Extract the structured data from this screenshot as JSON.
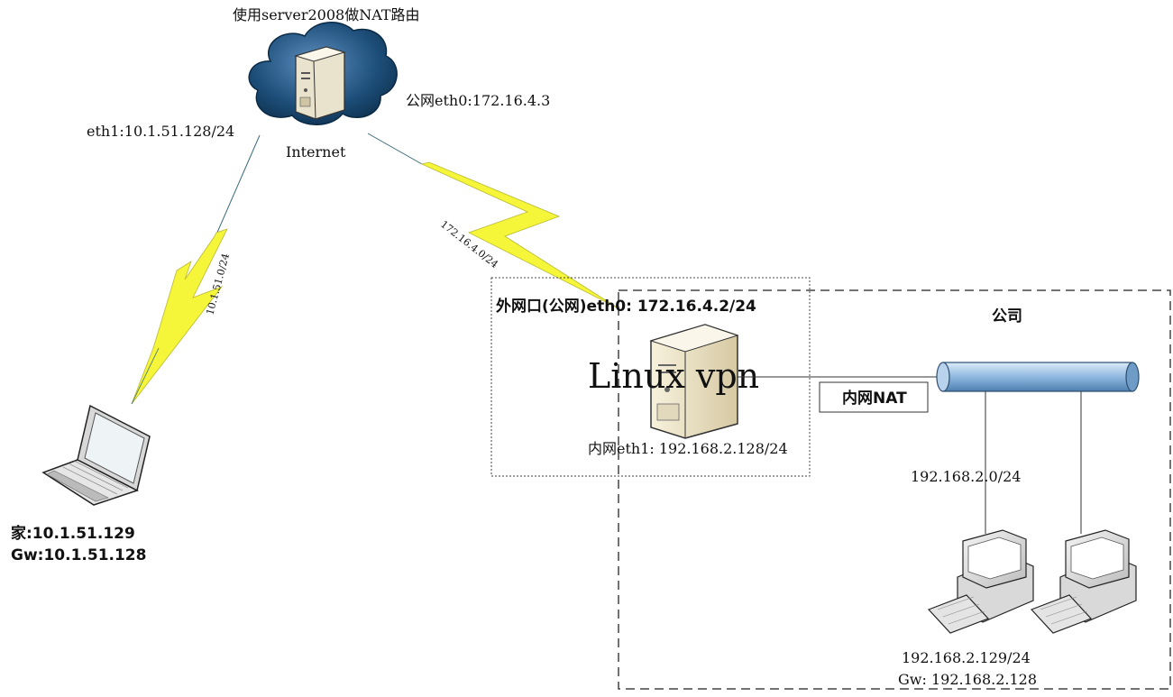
{
  "internet": {
    "title": "使用server2008做NAT路由",
    "label": "Internet",
    "eth1": "eth1:10.1.51.128/24",
    "eth0": "公网eth0:172.16.4.3"
  },
  "links": {
    "home_subnet": "10.1.51.0/24",
    "public_subnet": "172.16.4.0/24"
  },
  "home": {
    "ip": "家:10.1.51.129",
    "gw": "Gw:10.1.51.128"
  },
  "vpn": {
    "name": "Linux vpn",
    "external": "外网口(公网)eth0: 172.16.4.2/24",
    "internal": "内网eth1: 192.168.2.128/24",
    "nat_label": "内网NAT"
  },
  "company": {
    "title": "公司",
    "subnet": "192.168.2.0/24",
    "client_ip": "192.168.2.129/24",
    "client_gw": "Gw: 192.168.2.128"
  },
  "colors": {
    "lightning": "#f5f53a",
    "cloud": "#1d4f7a",
    "bus": "#8fb8e0"
  }
}
